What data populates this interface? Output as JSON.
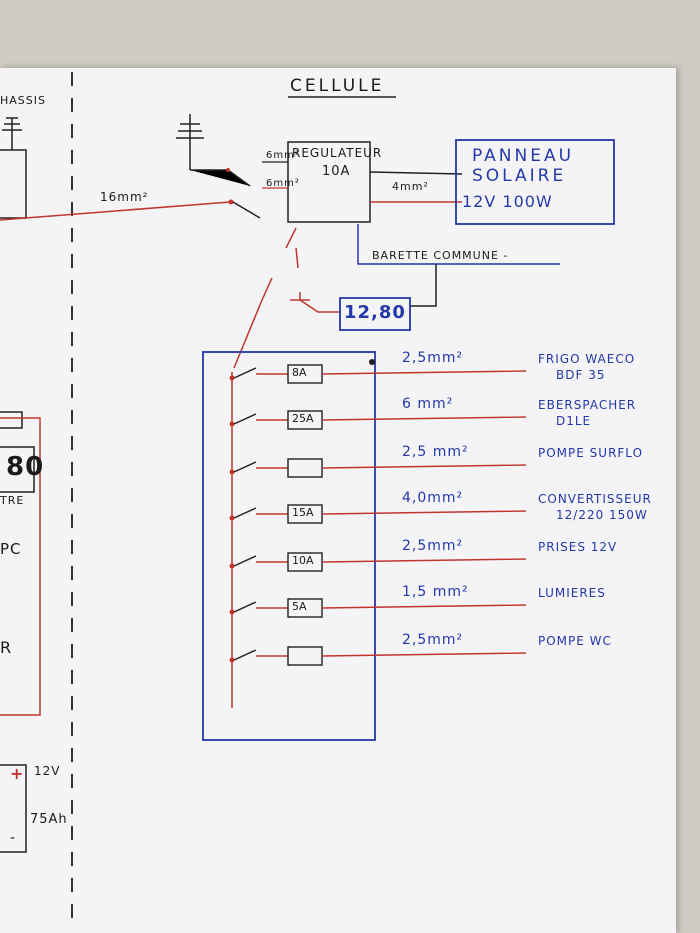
{
  "title": "CELLULE",
  "left_fragments": {
    "chassis": "HASSIS",
    "value_80": "80",
    "tre": "TRE",
    "pc": "PC",
    "r": "R",
    "plus": "+",
    "v12": "12V",
    "ah": "75Ah",
    "minus": "-"
  },
  "regulator": {
    "line1": "REGULATEUR",
    "line2": "10A",
    "wire_top": "6mm²",
    "wire_bottom": "6mm²"
  },
  "main_wire": "16mm²",
  "panel": {
    "line1": "PANNEAU",
    "line2": "SOLAIRE",
    "line3": "12V     100W",
    "wire": "4mm²"
  },
  "bar": "BARETTE COMMUNE -",
  "display": "12,80",
  "circuits": [
    {
      "fuse": "8A",
      "wire": "2,5mm²",
      "load": "FRIGO WAECO",
      "load2": "BDF 35"
    },
    {
      "fuse": "25A",
      "wire": "6 mm²",
      "load": "EBERSPACHER",
      "load2": "D1LE"
    },
    {
      "fuse": "",
      "wire": "2,5 mm²",
      "load": "POMPE SURFLO",
      "load2": ""
    },
    {
      "fuse": "15A",
      "wire": "4,0mm²",
      "load": "CONVERTISSEUR",
      "load2": "12/220 150W"
    },
    {
      "fuse": "10A",
      "wire": "2,5mm²",
      "load": "PRISES 12V",
      "load2": ""
    },
    {
      "fuse": "5A",
      "wire": "1,5 mm²",
      "load": "LUMIERES",
      "load2": ""
    },
    {
      "fuse": "",
      "wire": "2,5mm²",
      "load": "POMPE WC",
      "load2": ""
    }
  ]
}
